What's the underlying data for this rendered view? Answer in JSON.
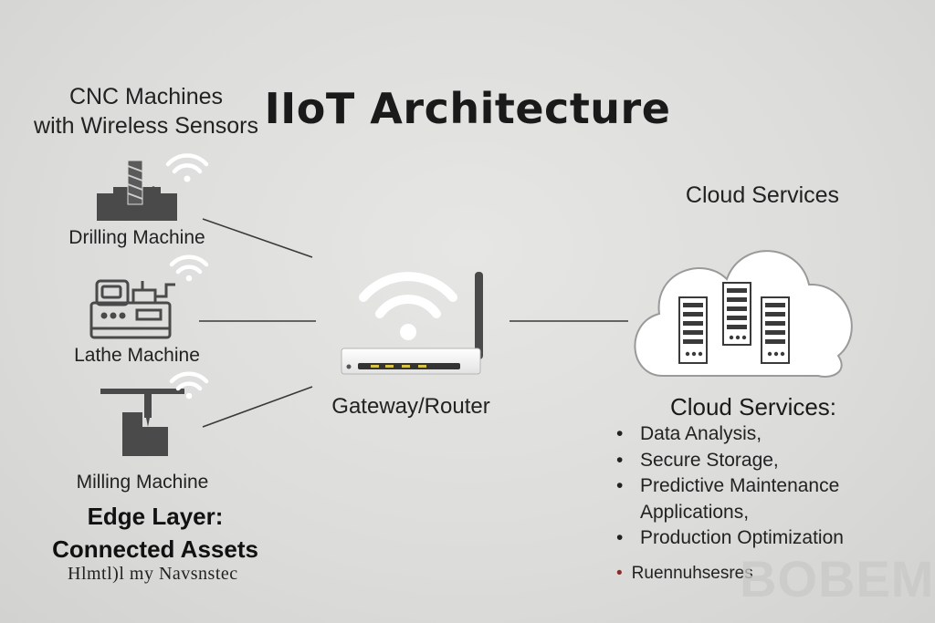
{
  "title": "IIoT Architecture",
  "edge": {
    "heading_line1": "CNC Machines",
    "heading_line2": "with Wireless Sensors",
    "machines": [
      {
        "label": "Drilling Machine",
        "icon": "drilling-machine-icon"
      },
      {
        "label": "Lathe Machine",
        "icon": "lathe-machine-icon"
      },
      {
        "label": "Milling Machine",
        "icon": "milling-machine-icon"
      }
    ],
    "layer_title_line1": "Edge Layer:",
    "layer_title_line2": "Connected Assets",
    "layer_subtitle": "Hlmtl)l my Navsnstec"
  },
  "gateway": {
    "label": "Gateway/Router",
    "icon": "wifi-router-icon"
  },
  "cloud": {
    "title": "Cloud Services",
    "icon": "cloud-servers-icon",
    "list_heading": "Cloud Services:",
    "items": [
      "Data Analysis,",
      "Secure Storage,",
      "Predictive Maintenance",
      "Applications,",
      "Production Optimization"
    ],
    "extra_item": "Ruennuhsesres"
  },
  "watermark": "BOBEMY",
  "colors": {
    "background": "#dcdcda",
    "icon_dark": "#4a4a4a",
    "wifi": "#ffffff",
    "line": "#3a3a3a",
    "router_led": "#d7c34a"
  }
}
